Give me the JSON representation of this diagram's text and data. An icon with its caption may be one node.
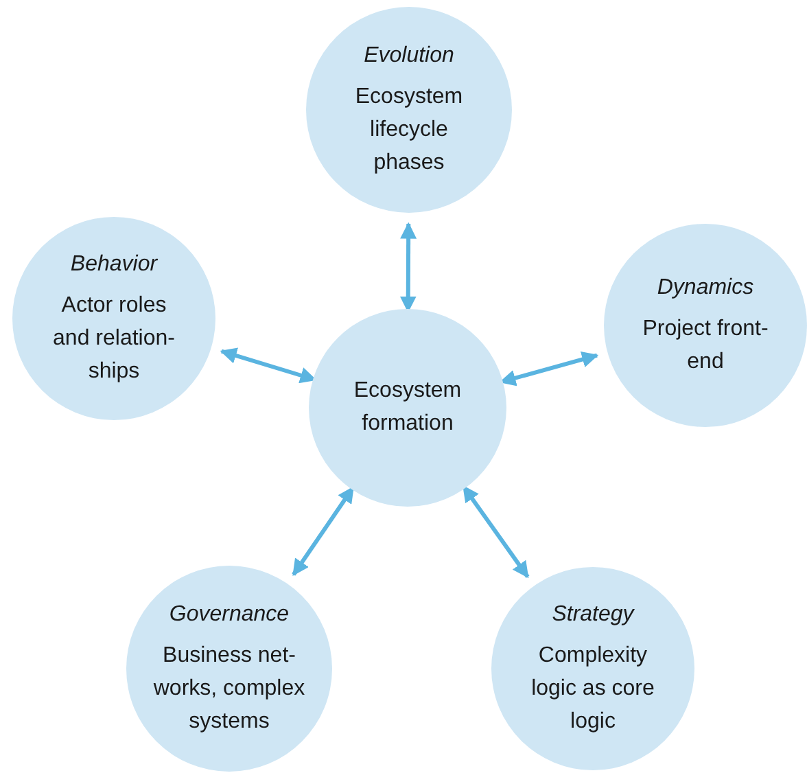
{
  "diagram": {
    "nodes": [
      {
        "text": [
          "Ecosystem formation"
        ]
      },
      {
        "text": [
          "Evolution",
          "Ecosystem lifecycle phases"
        ]
      },
      {
        "text": [
          "Behavior",
          "Actor roles and relation- ships"
        ]
      },
      {
        "text": [
          "Dynamics",
          "Project front-end"
        ]
      },
      {
        "text": [
          "Governance",
          "Business net- works, complex systems"
        ]
      },
      {
        "text": [
          "Strategy",
          "Complexity logic as core logic"
        ]
      }
    ],
    "edges": [
      {
        "from": 0,
        "to": 1,
        "arrow": "both"
      },
      {
        "from": 0,
        "to": 2,
        "arrow": "both"
      },
      {
        "from": 0,
        "to": 3,
        "arrow": "both"
      },
      {
        "from": 0,
        "to": 4,
        "arrow": "both"
      },
      {
        "from": 0,
        "to": 5,
        "arrow": "both"
      }
    ]
  }
}
